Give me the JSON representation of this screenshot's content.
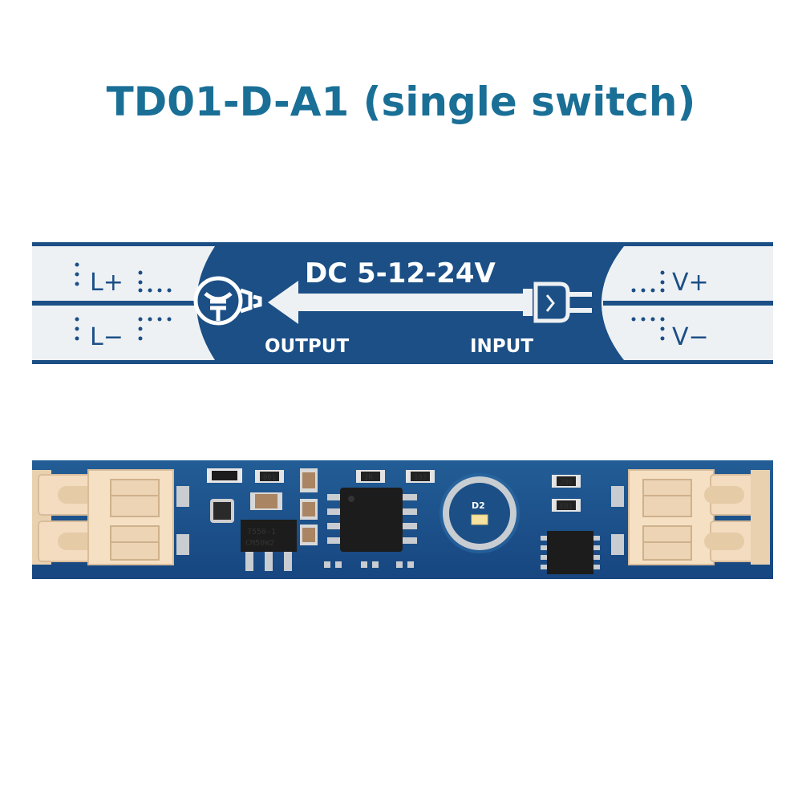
{
  "title": "TD01-D-A1 (single switch)",
  "top_board": {
    "voltage_label": "DC 5-12-24V",
    "output_label": "OUTPUT",
    "input_label": "INPUT",
    "left_terminals": [
      "L+",
      "L−"
    ],
    "right_terminals": [
      "V+",
      "V−"
    ],
    "icons": [
      "light-bulb-icon",
      "arrow-left-icon",
      "power-plug-icon"
    ]
  },
  "bottom_board": {
    "component_labels": [
      "001",
      "2R",
      "102",
      "200",
      "ED1",
      "D2",
      "7550-1",
      "CM50W2"
    ]
  },
  "colors": {
    "title": "#1a6f96",
    "pcb_blue": "#1b4f86",
    "pad_white": "#eef1f3",
    "connector": "#f3dcc0",
    "chip": "#1c1c1c"
  }
}
